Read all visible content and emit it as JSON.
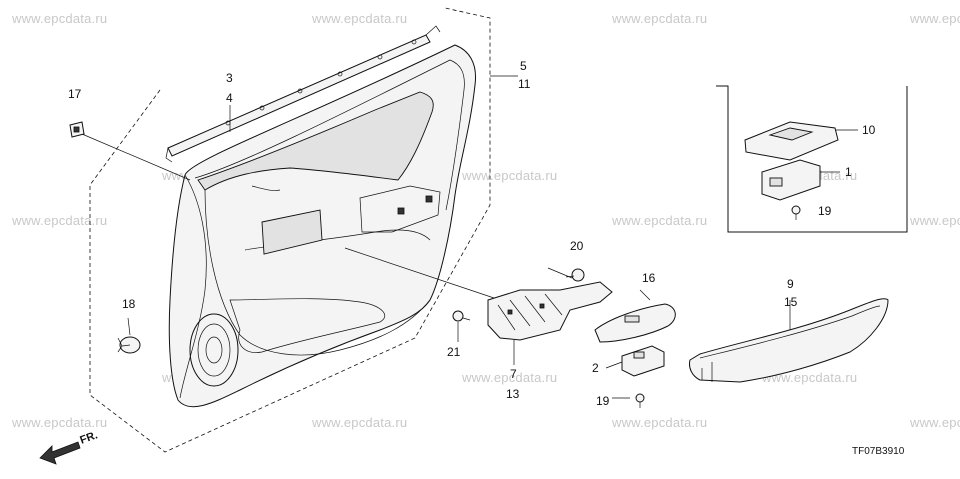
{
  "watermark": "www.epcdata.ru",
  "diagram_code": "TF07B3910",
  "front_label": "FR.",
  "parts": {
    "p1": "1",
    "p2": "2",
    "p3": "3",
    "p4": "4",
    "p5": "5",
    "p7": "7",
    "p9": "9",
    "p10": "10",
    "p11": "11",
    "p13": "13",
    "p15": "15",
    "p16": "16",
    "p17": "17",
    "p18": "18",
    "p19a": "19",
    "p19b": "19",
    "p20": "20",
    "p21": "21"
  }
}
